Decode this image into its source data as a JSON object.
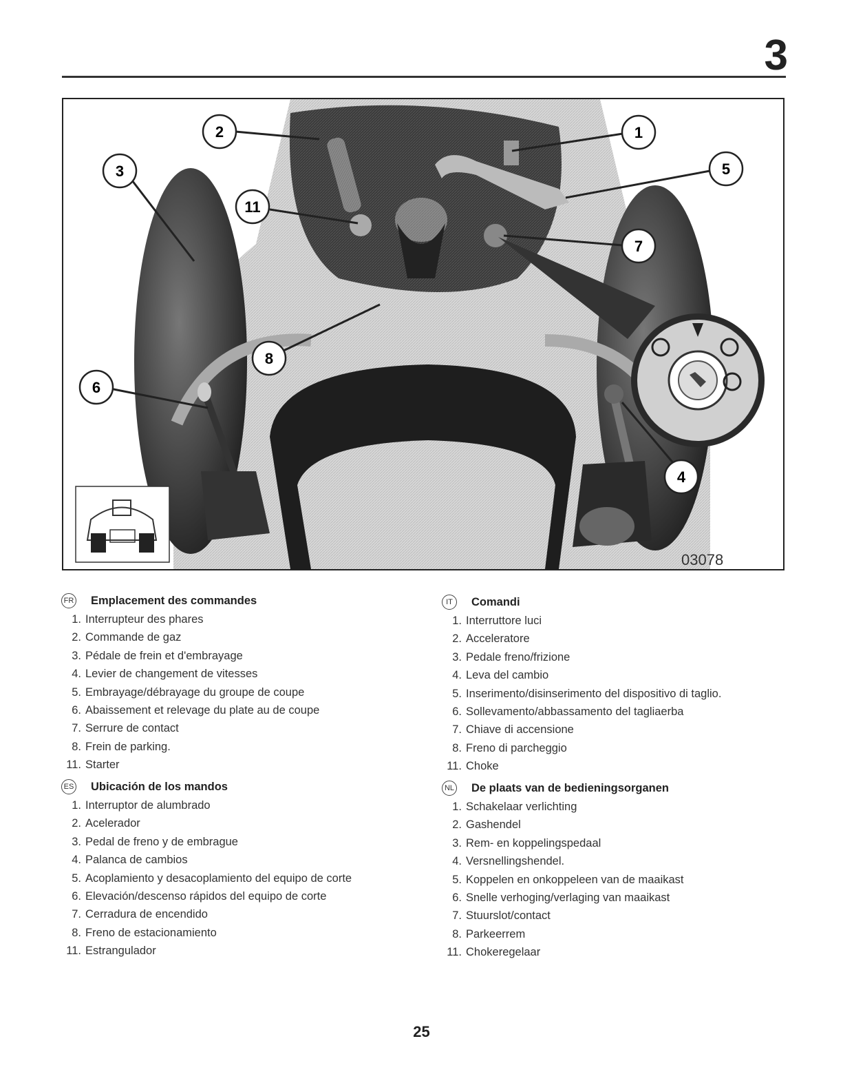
{
  "chapter_number": "3",
  "figure": {
    "code": "03078",
    "callouts": [
      "2",
      "1",
      "3",
      "11",
      "5",
      "7",
      "8",
      "6",
      "4"
    ]
  },
  "sections": {
    "fr": {
      "lang": "FR",
      "title": "Emplacement des commandes",
      "items": [
        {
          "num": "1.",
          "text": "Interrupteur des phares"
        },
        {
          "num": "2.",
          "text": "Commande de gaz"
        },
        {
          "num": "3.",
          "text": "Pédale de frein et d'embrayage"
        },
        {
          "num": "4.",
          "text": "Levier de changement de vitesses"
        },
        {
          "num": "5.",
          "text": "Embrayage/débrayage du groupe de coupe"
        },
        {
          "num": "6.",
          "text": "Abaissement et relevage du plate au de coupe"
        },
        {
          "num": "7.",
          "text": "Serrure de contact"
        },
        {
          "num": "8.",
          "text": "Frein de parking."
        },
        {
          "num": "11.",
          "text": "Starter"
        }
      ]
    },
    "es": {
      "lang": "ES",
      "title": "Ubicación de los mandos",
      "items": [
        {
          "num": "1.",
          "text": "Interruptor de alumbrado"
        },
        {
          "num": "2.",
          "text": "Acelerador"
        },
        {
          "num": "3.",
          "text": "Pedal de freno y de embrague"
        },
        {
          "num": "4.",
          "text": "Palanca de cambios"
        },
        {
          "num": "5.",
          "text": "Acoplamiento y desacoplamiento del equipo de corte"
        },
        {
          "num": "6.",
          "text": "Elevación/descenso rápidos del equipo de corte"
        },
        {
          "num": "7.",
          "text": "Cerradura de encendido"
        },
        {
          "num": "8.",
          "text": "Freno de estacionamiento"
        },
        {
          "num": "11.",
          "text": "Estrangulador"
        }
      ]
    },
    "it": {
      "lang": "IT",
      "title": "Comandi",
      "items": [
        {
          "num": "1.",
          "text": "Interruttore luci"
        },
        {
          "num": "2.",
          "text": "Acceleratore"
        },
        {
          "num": "3.",
          "text": "Pedale freno/frizione"
        },
        {
          "num": "4.",
          "text": "Leva del cambio"
        },
        {
          "num": "5.",
          "text": "Inserimento/disinserimento del dispositivo di taglio."
        },
        {
          "num": "6.",
          "text": "Sollevamento/abbassamento del tagliaerba"
        },
        {
          "num": "7.",
          "text": "Chiave di accensione"
        },
        {
          "num": "8.",
          "text": "Freno di parcheggio"
        },
        {
          "num": "11.",
          "text": "Choke"
        }
      ]
    },
    "nl": {
      "lang": "NL",
      "title": "De plaats van de bedieningsorganen",
      "items": [
        {
          "num": "1.",
          "text": "Schakelaar verlichting"
        },
        {
          "num": "2.",
          "text": "Gashendel"
        },
        {
          "num": "3.",
          "text": "Rem- en koppelingspedaal"
        },
        {
          "num": "4.",
          "text": "Versnellingshendel."
        },
        {
          "num": "5.",
          "text": "Koppelen en onkoppeleen van de maaikast"
        },
        {
          "num": "6.",
          "text": "Snelle verhoging/verlaging van maaikast"
        },
        {
          "num": "7.",
          "text": "Stuurslot/contact"
        },
        {
          "num": "8.",
          "text": "Parkeerrem"
        },
        {
          "num": "11.",
          "text": "Chokeregelaar"
        }
      ]
    }
  },
  "page_number": "25"
}
